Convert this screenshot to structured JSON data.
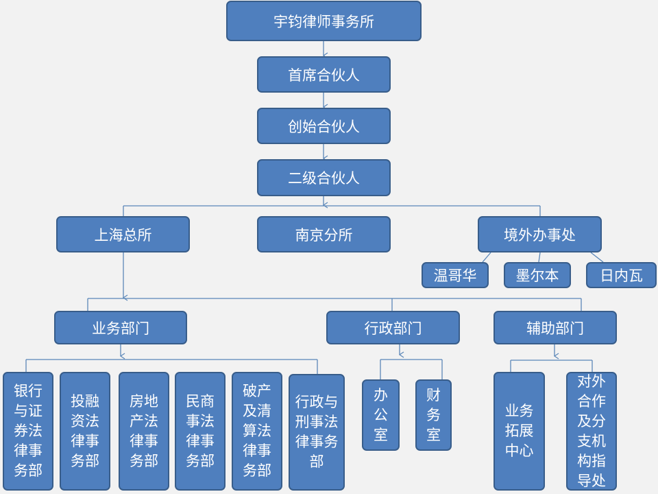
{
  "org": {
    "root": "宇钧律师事务所",
    "chief_partner": "首席合伙人",
    "founding_partner": "创始合伙人",
    "second_partner": "二级合伙人",
    "shanghai": "上海总所",
    "nanjing": "南京分所",
    "overseas": "境外办事处",
    "vancouver": "温哥华",
    "melbourne": "墨尔本",
    "geneva": "日内瓦",
    "business_dept": "业务部门",
    "admin_dept": "行政部门",
    "support_dept": "辅助部门",
    "biz_units": [
      "银行与证券法律事务部",
      "投融资法律事务部",
      "房地产法律事务部",
      "民商事法律事务部",
      "破产及清算法律事务部",
      "行政与刑事法律事务部"
    ],
    "office": "办公室",
    "finance": "财务室",
    "biz_dev": "业务拓展中心",
    "external": "对外合作及分支机构指导处"
  },
  "colors": {
    "node_fill": "#4f7fbe",
    "node_border": "#385d8a",
    "line": "#5a86b8",
    "background": "#f2f2f2"
  }
}
